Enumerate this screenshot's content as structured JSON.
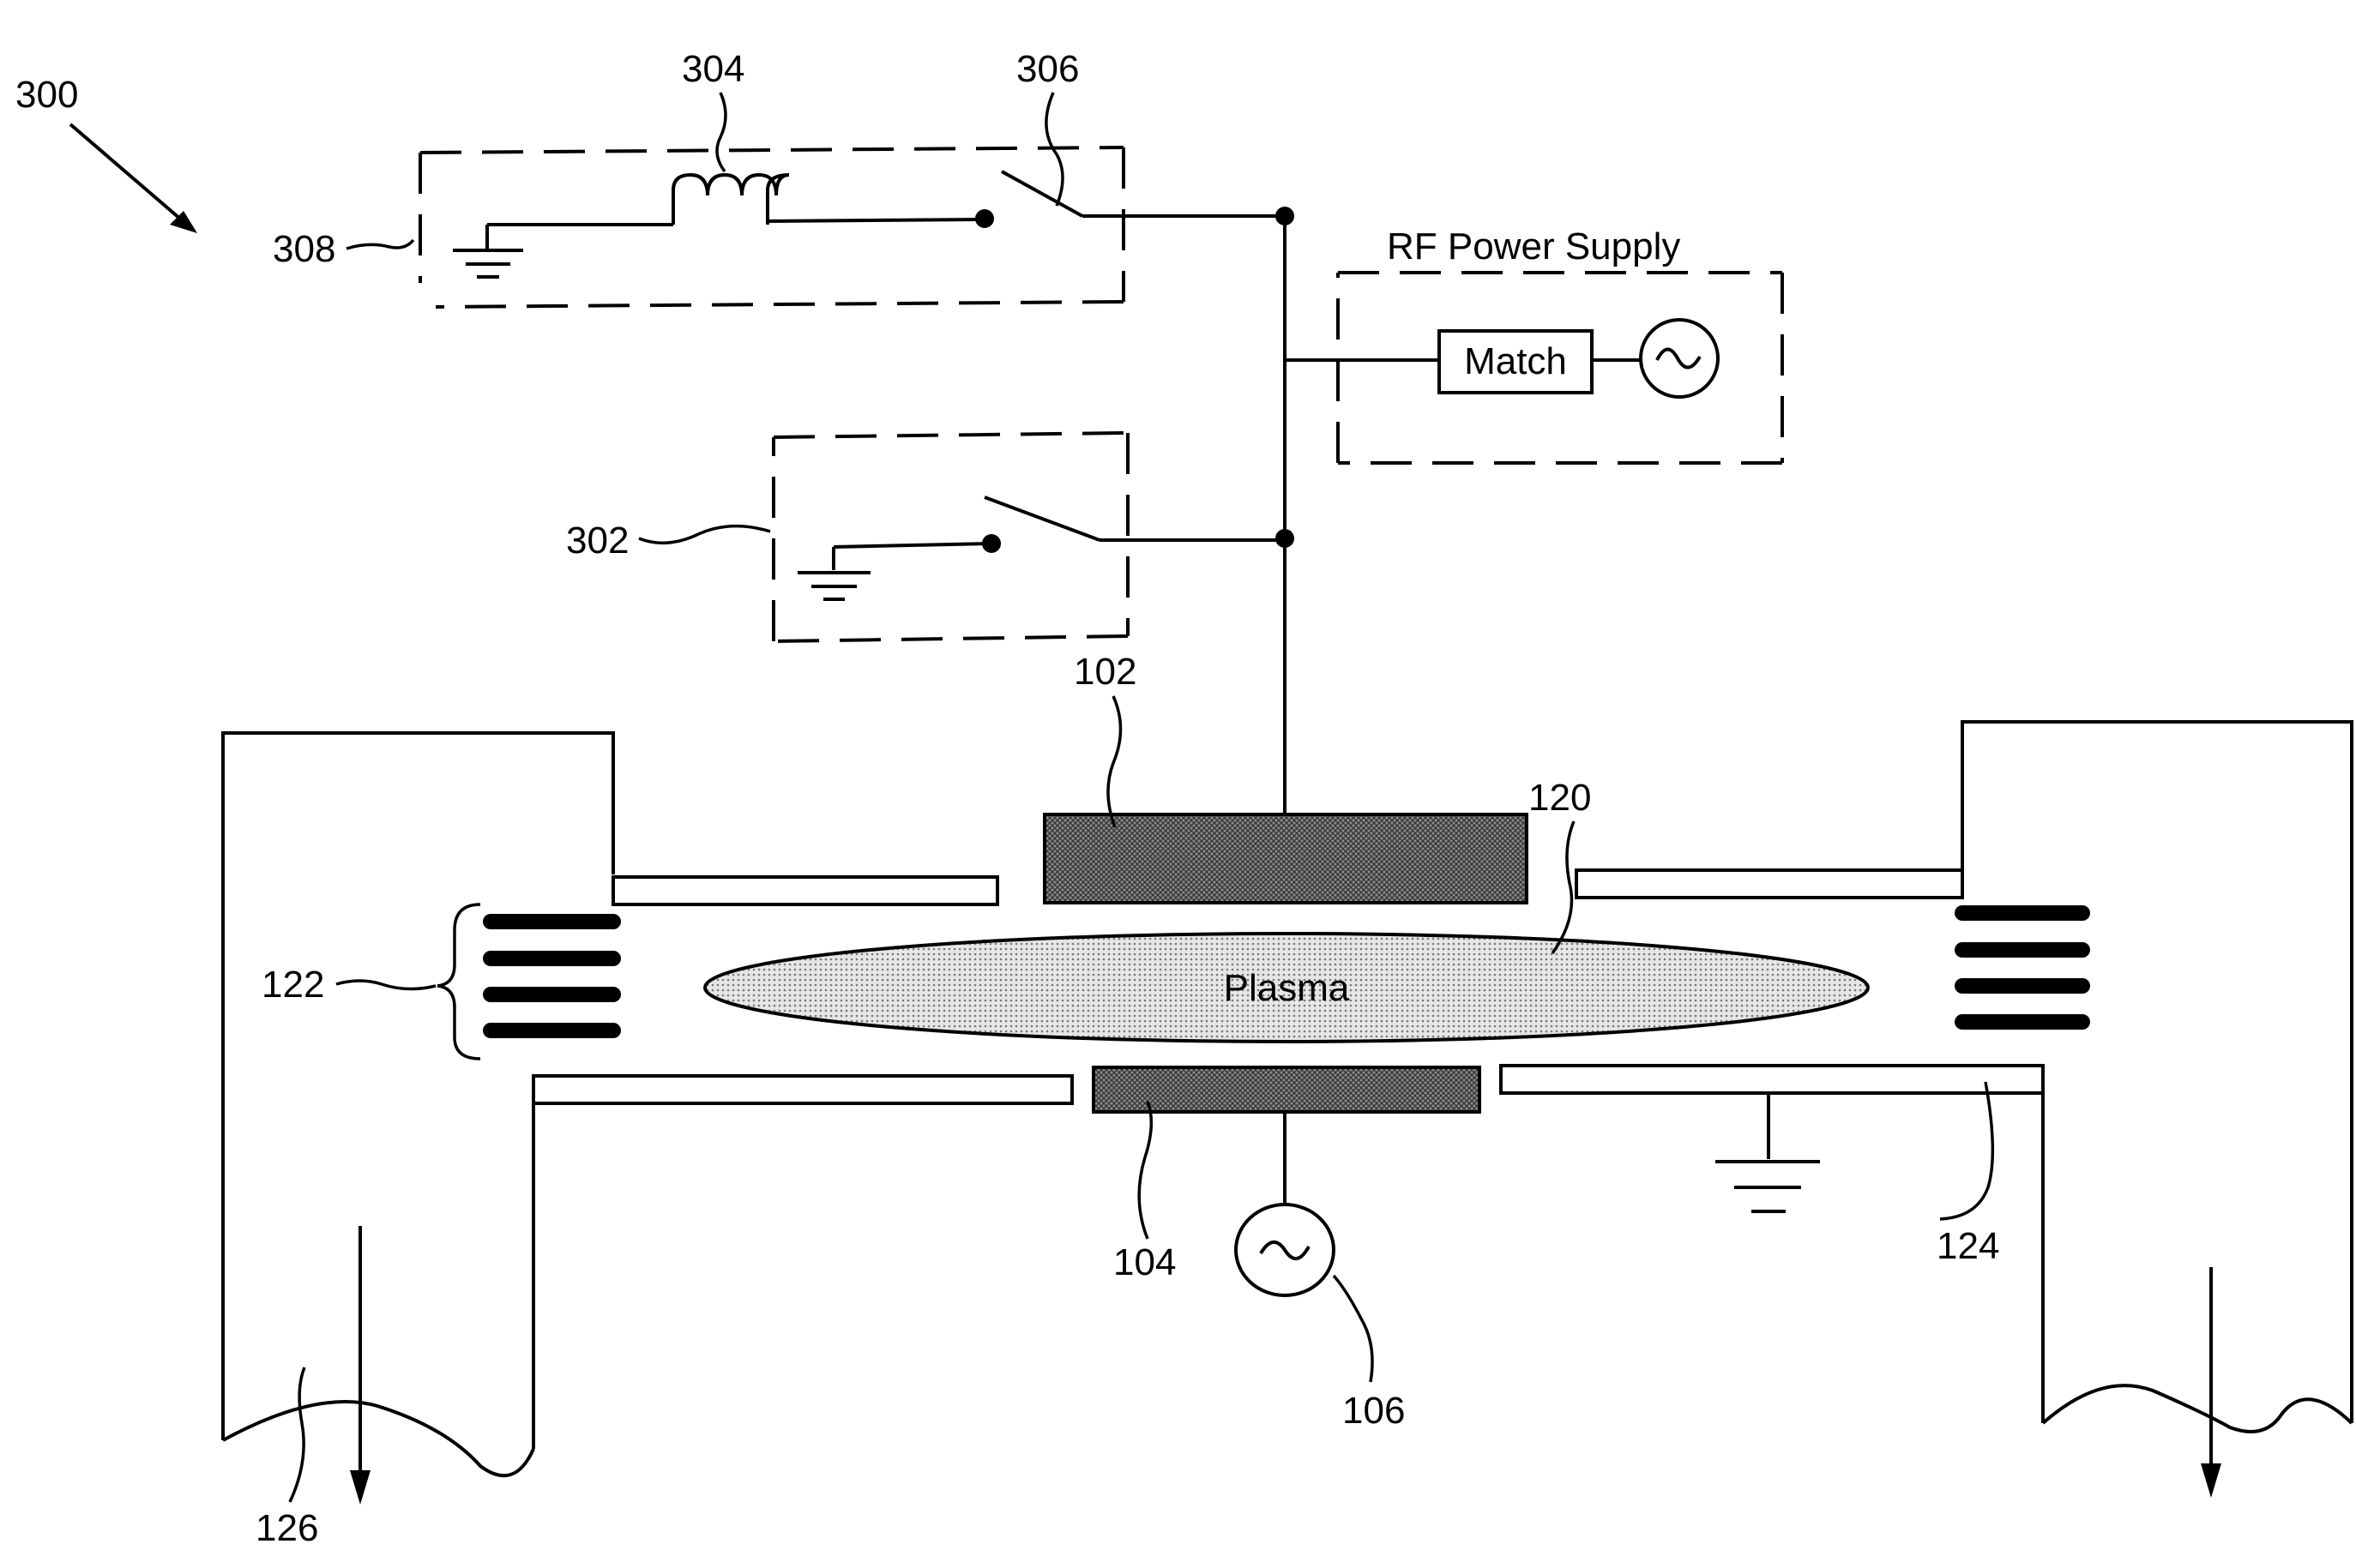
{
  "figure": {
    "labels": {
      "fig_ref": "300",
      "inductor": "304",
      "switch_a": "306",
      "ground_network": "308",
      "switch_b": "302",
      "top_electrode": "102",
      "plasma_ref": "120",
      "coils": "122",
      "bottom_electrode": "104",
      "bottom_supply": "106",
      "chamber_wall": "124",
      "exhaust": "126"
    },
    "rf_power_supply": {
      "title": "RF Power Supply",
      "match": "Match"
    },
    "plasma": {
      "text": "Plasma"
    }
  }
}
